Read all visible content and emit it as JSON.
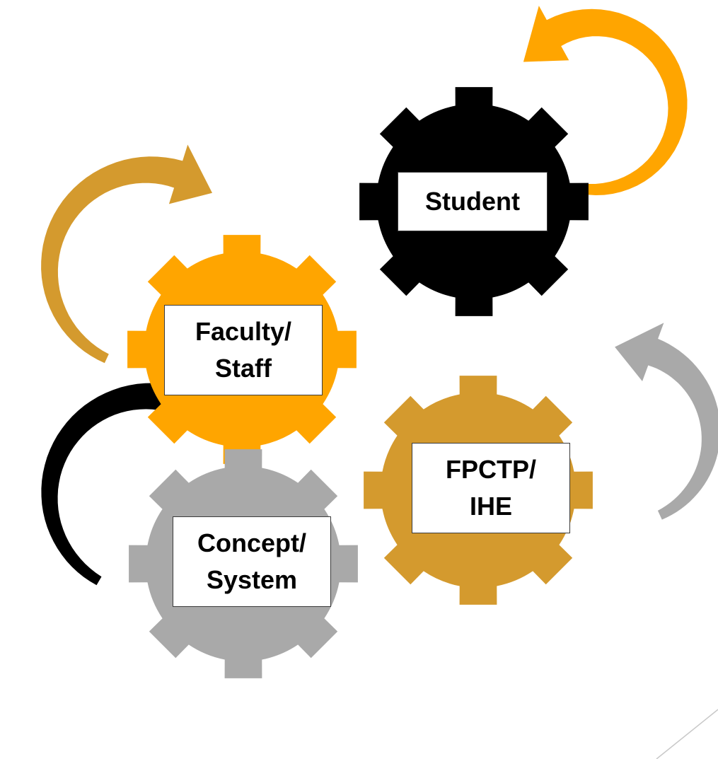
{
  "diagram": {
    "gears": [
      {
        "id": "student",
        "lines": [
          "Student"
        ],
        "color": "#000000"
      },
      {
        "id": "faculty",
        "lines": [
          "Faculty/",
          "Staff"
        ],
        "color": "#ffa500"
      },
      {
        "id": "fpctp",
        "lines": [
          "FPCTP/",
          "IHE"
        ],
        "color": "#d49a2e"
      },
      {
        "id": "concept",
        "lines": [
          "Concept/",
          "System"
        ],
        "color": "#a9a9a9"
      }
    ],
    "arrows": [
      {
        "id": "student-cycle",
        "color": "#ffa500"
      },
      {
        "id": "faculty-cycle",
        "color": "#d49a2e"
      },
      {
        "id": "fpctp-cycle",
        "color": "#a9a9a9"
      },
      {
        "id": "concept-cycle",
        "color": "#000000"
      }
    ],
    "border_line_color": "#c8c8c8"
  }
}
